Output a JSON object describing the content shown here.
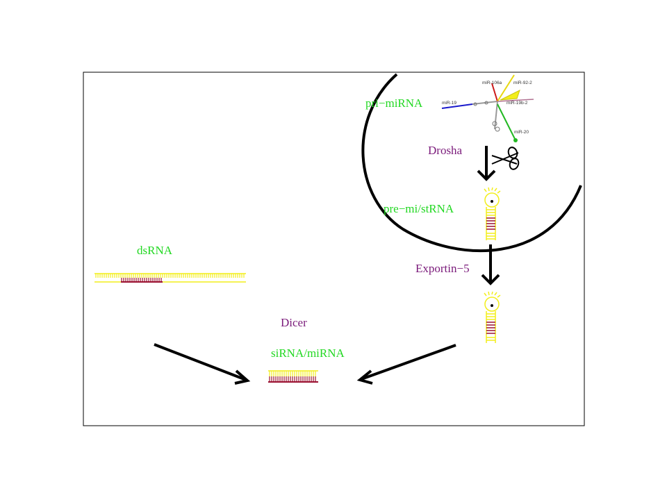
{
  "colors": {
    "green": "#22d822",
    "purple": "#7a1a7a",
    "yellow": "#f2ee1a",
    "red": "#9a1030",
    "black": "#000000"
  },
  "labels": {
    "pri_mirna": "pri−miRNA",
    "drosha": "Drosha",
    "pre_mi_strna": "pre−mi/stRNA",
    "exportin": "Exportin−5",
    "dsrna": "dsRNA",
    "dicer": "Dicer",
    "sirna_mirna": "siRNA/miRNA"
  },
  "cluster_labels": {
    "mir_106a": "miR-106a",
    "mir_92_2": "miR-92-2",
    "mir_19": "miR-19",
    "mir_19b_2": "miR-19b-2",
    "mir_20": "miR-20"
  },
  "icons": [
    "scissors-icon",
    "arrow-down-icon",
    "arrow-icon",
    "hairpin-rna-icon",
    "mirna-cluster-icon",
    "nucleus-membrane"
  ]
}
